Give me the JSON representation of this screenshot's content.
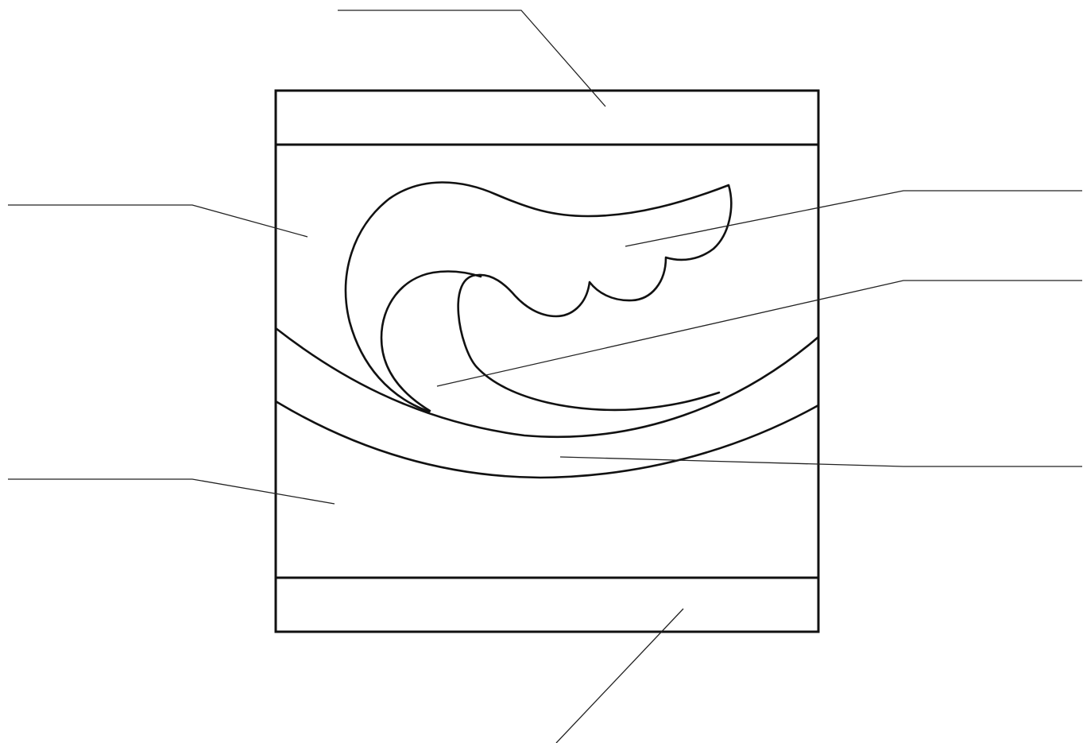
{
  "diagram": {
    "type": "labeled-line-drawing",
    "subject": "",
    "line_color": "#111111",
    "background_color": "#ffffff",
    "callout_count": 7,
    "callouts": [
      {
        "id": "top-band",
        "text": ""
      },
      {
        "id": "upper-field",
        "text": ""
      },
      {
        "id": "wave-crest",
        "text": ""
      },
      {
        "id": "wave-curl",
        "text": ""
      },
      {
        "id": "lower-field",
        "text": ""
      },
      {
        "id": "lower-wave-band",
        "text": ""
      },
      {
        "id": "bottom-band",
        "text": ""
      }
    ]
  }
}
